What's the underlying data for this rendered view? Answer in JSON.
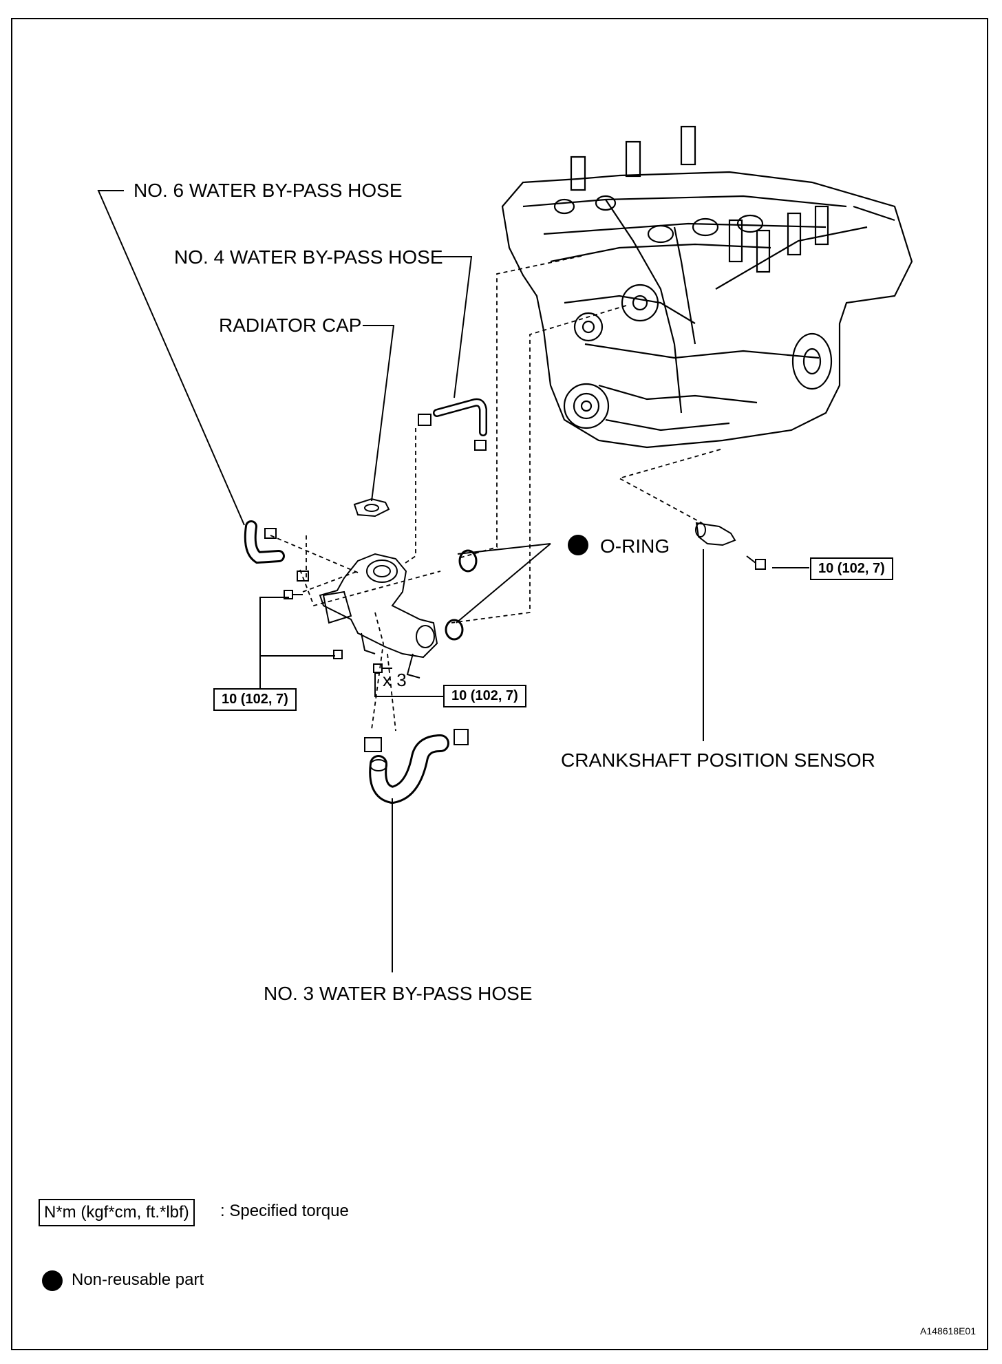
{
  "labels": {
    "hose6": "NO. 6 WATER BY-PASS HOSE",
    "hose4": "NO. 4 WATER BY-PASS HOSE",
    "radiator_cap": "RADIATOR CAP",
    "o_ring": "O-RING",
    "crank_sensor": "CRANKSHAFT POSITION SENSOR",
    "hose3": "NO. 3 WATER BY-PASS HOSE",
    "qty": "x 3"
  },
  "torques": {
    "sensor_bolt": "10 (102, 7)",
    "inlet_left": "10 (102, 7)",
    "inlet_right": "10 (102, 7)"
  },
  "legend": {
    "torque_unit": "N*m (kgf*cm, ft.*lbf)",
    "torque_desc": ": Specified torque",
    "nonreusable_desc": "Non-reusable part"
  },
  "figure_code": "A148618E01"
}
